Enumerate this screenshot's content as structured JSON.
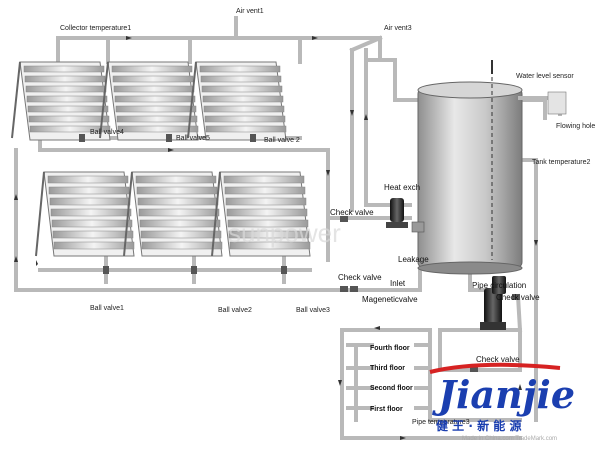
{
  "labels": {
    "collector_temperature": "Collector temperature1",
    "air_vent1": "Air vent1",
    "air_vent3": "Air vent3",
    "water_level_sensor": "Water level sensor",
    "flowing_hole": "Flowing hole",
    "tank_temperature": "Tank temperature2",
    "heat_exch": "Heat exch",
    "leakage": "Leakage",
    "check_valve_1": "Check valve",
    "check_valve_2": "Check valve",
    "check_valve_3": "Check valve",
    "check_valve_4": "Check valve",
    "inlet": "Inlet",
    "magnetic_valve": "Mageneticvalve",
    "pipe_circulation": "Pipe circulation",
    "ball_valve1": "Ball valve1",
    "ball_valve2": "Ball valve2",
    "ball_valve3": "Ball valve3",
    "ball_valve4": "Ball valve4",
    "ball_valve5": "Ball valve5",
    "air_vent2": "Ball valve 2",
    "fourth_floor": "Fourth floor",
    "third_floor": "Third floor",
    "second_floor": "Second floor",
    "first_floor": "First floor",
    "pipe_temperature": "Pipe temperature3"
  },
  "watermark": "sunpower",
  "logo": {
    "text": "Jianjie",
    "subtitle": "健 王 · 新 能 源",
    "small": "Made in China.com   TradeMark.com"
  },
  "colors": {
    "pipe": "#b9b9b9",
    "tank": "#a9a9a9",
    "pump": "#2a2a2a",
    "logo": "#1b3fb0",
    "logo_swoosh": "#d62222"
  }
}
